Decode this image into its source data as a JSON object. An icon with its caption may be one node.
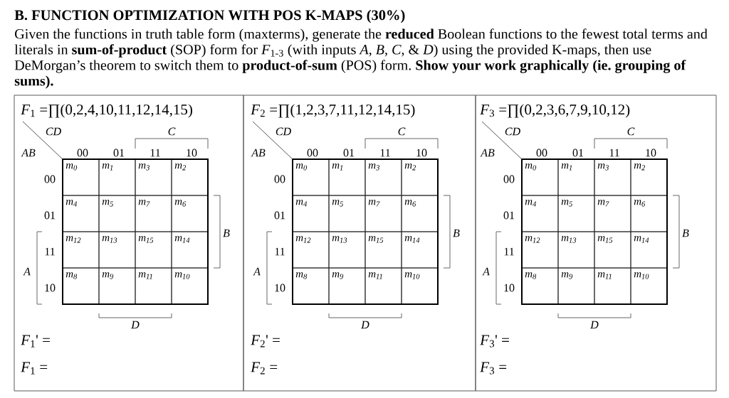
{
  "diagram": {
    "title": "B. FUNCTION OPTIMIZATION WITH POS K-MAPS (30%)",
    "nodes": [
      {
        "text": [
          "*F*$_{1}$ =∏(0,2,4,10,11,12,14,15)",
          "*F*$_{1}$' =",
          "*F*$_{1}$ ="
        ]
      },
      {
        "text": [
          "m$_{0}$"
        ],
        "in": 0
      },
      {
        "text": [
          "m$_{1}$"
        ],
        "in": 0
      },
      {
        "text": [
          "m$_{3}$"
        ],
        "in": 0
      },
      {
        "text": [
          "m$_{2}$"
        ],
        "in": 0
      },
      {
        "text": [
          "m$_{4}$"
        ],
        "in": 0
      },
      {
        "text": [
          "m$_{5}$"
        ],
        "in": 0
      },
      {
        "text": [
          "m$_{7}$"
        ],
        "in": 0
      },
      {
        "text": [
          "m$_{6}$"
        ],
        "in": 0
      },
      {
        "text": [
          "m$_{12}$"
        ],
        "in": 0
      },
      {
        "text": [
          "m$_{13}$"
        ],
        "in": 0
      },
      {
        "text": [
          "m$_{15}$"
        ],
        "in": 0
      },
      {
        "text": [
          "m$_{14}$"
        ],
        "in": 0
      },
      {
        "text": [
          "m$_{8}$"
        ],
        "in": 0
      },
      {
        "text": [
          "m$_{9}$"
        ],
        "in": 0
      },
      {
        "text": [
          "m$_{11}$"
        ],
        "in": 0
      },
      {
        "text": [
          "m$_{10}$"
        ],
        "in": 0
      },
      {
        "text": [
          "*F*$_{2}$ =∏(1,2,3,7,11,12,14,15)",
          "*F*$_{2}$' =",
          "*F*$_{2}$ ="
        ]
      },
      {
        "text": [
          "m$_{0}$"
        ],
        "in": 17
      },
      {
        "text": [
          "m$_{1}$"
        ],
        "in": 17
      },
      {
        "text": [
          "m$_{3}$"
        ],
        "in": 17
      },
      {
        "text": [
          "m$_{2}$"
        ],
        "in": 17
      },
      {
        "text": [
          "m$_{4}$"
        ],
        "in": 17
      },
      {
        "text": [
          "m$_{5}$"
        ],
        "in": 17
      },
      {
        "text": [
          "m$_{7}$"
        ],
        "in": 17
      },
      {
        "text": [
          "m$_{6}$"
        ],
        "in": 17
      },
      {
        "text": [
          "m$_{12}$"
        ],
        "in": 17
      },
      {
        "text": [
          "m$_{13}$"
        ],
        "in": 17
      },
      {
        "text": [
          "m$_{15}$"
        ],
        "in": 17
      },
      {
        "text": [
          "m$_{14}$"
        ],
        "in": 17
      },
      {
        "text": [
          "m$_{8}$"
        ],
        "in": 17
      },
      {
        "text": [
          "m$_{9}$"
        ],
        "in": 17
      },
      {
        "text": [
          "m$_{11}$"
        ],
        "in": 17
      },
      {
        "text": [
          "m$_{10}$"
        ],
        "in": 17
      },
      {
        "text": [
          "*F*$_{3}$ =∏(0,2,3,6,7,9,10,12)",
          "*F*$_{3}$' =",
          "*F*$_{3}$ ="
        ]
      },
      {
        "text": [
          "m$_{0}$"
        ],
        "in": 34
      },
      {
        "text": [
          "m$_{1}$"
        ],
        "in": 34
      },
      {
        "text": [
          "m$_{3}$"
        ],
        "in": 34
      },
      {
        "text": [
          "m$_{2}$"
        ],
        "in": 34
      },
      {
        "text": [
          "m$_{4}$"
        ],
        "in": 34
      },
      {
        "text": [
          "m$_{5}$"
        ],
        "in": 34
      },
      {
        "text": [
          "m$_{7}$"
        ],
        "in": 34
      },
      {
        "text": [
          "m$_{6}$"
        ],
        "in": 34
      },
      {
        "text": [
          "m$_{12}$"
        ],
        "in": 34
      },
      {
        "text": [
          "m$_{13}$"
        ],
        "in": 34
      },
      {
        "text": [
          "m$_{15}$"
        ],
        "in": 34
      },
      {
        "text": [
          "m$_{14}$"
        ],
        "in": 34
      },
      {
        "text": [
          "m$_{8}$"
        ],
        "in": 34
      },
      {
        "text": [
          "m$_{9}$"
        ],
        "in": 34
      },
      {
        "text": [
          "m$_{11}$"
        ],
        "in": 34
      },
      {
        "text": [
          "m$_{10}$"
        ],
        "in": 34
      }
    ],
    "labels": [
      "Given the functions in truth table form (maxterms), generate the **reduced** Boolean functions to the fewest total terms and literals in **sum-of-product** (SOP) form for *F*$_{1-3}$ (with inputs *A*, *B*, *C*, & *D*) using the provided K-maps, then use DeMorgan’s theorem to switch them to **product-of-sum** (POS) form. **Show your work graphically (ie. grouping of sums).**",
      "CD",
      "C",
      "AB",
      "00",
      "01",
      "11",
      "10",
      "00",
      "01",
      "B",
      "11",
      "A",
      "10",
      "D",
      "CD",
      "C",
      "AB",
      "00",
      "01",
      "11",
      "10",
      "00",
      "01",
      "B",
      "11",
      "A",
      "10",
      "D",
      "CD",
      "C",
      "AB",
      "00",
      "01",
      "11",
      "10",
      "00",
      "01",
      "B",
      "11",
      "A",
      "10",
      "D"
    ]
  }
}
